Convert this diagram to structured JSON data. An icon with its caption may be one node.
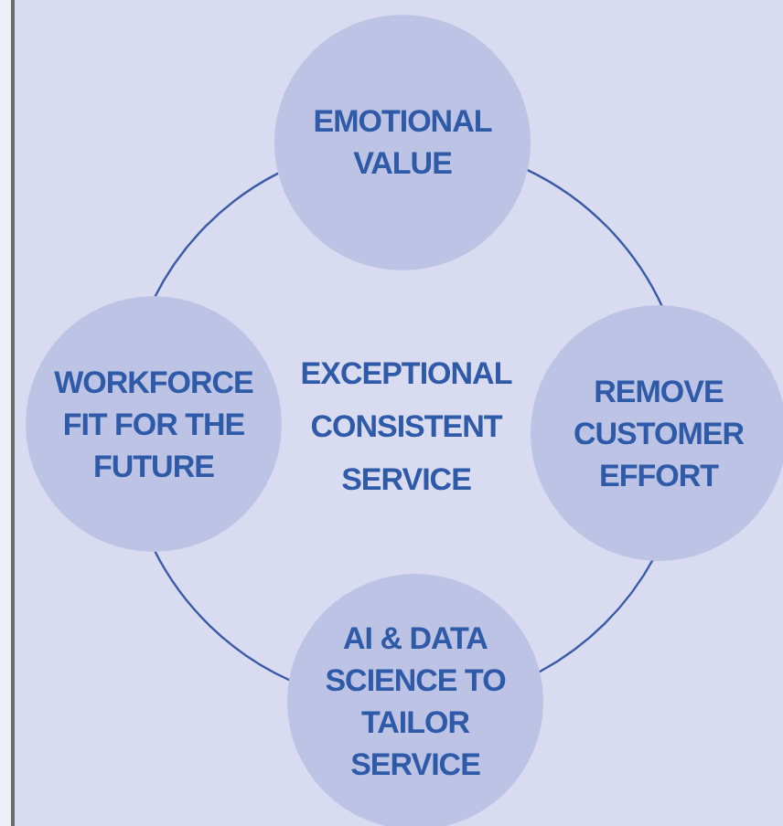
{
  "diagram": {
    "nodes": [
      {
        "text": [
          "EMOTIONAL VALUE"
        ]
      },
      {
        "text": [
          "WORKFORCE FIT FOR THE FUTURE"
        ]
      },
      {
        "text": [
          "REMOVE CUSTOMER EFFORT"
        ]
      },
      {
        "text": [
          "AI & DATA SCIENCE TO TAILOR SERVICE"
        ]
      }
    ],
    "edges": [
      {
        "from": 0,
        "to": 2,
        "arrow": "none"
      },
      {
        "from": 2,
        "to": 3,
        "arrow": "none"
      },
      {
        "from": 3,
        "to": 1,
        "arrow": "none"
      },
      {
        "from": 1,
        "to": 0,
        "arrow": "none"
      }
    ],
    "labels": [
      "EXCEPTIONAL CONSISTENT SERVICE"
    ]
  }
}
